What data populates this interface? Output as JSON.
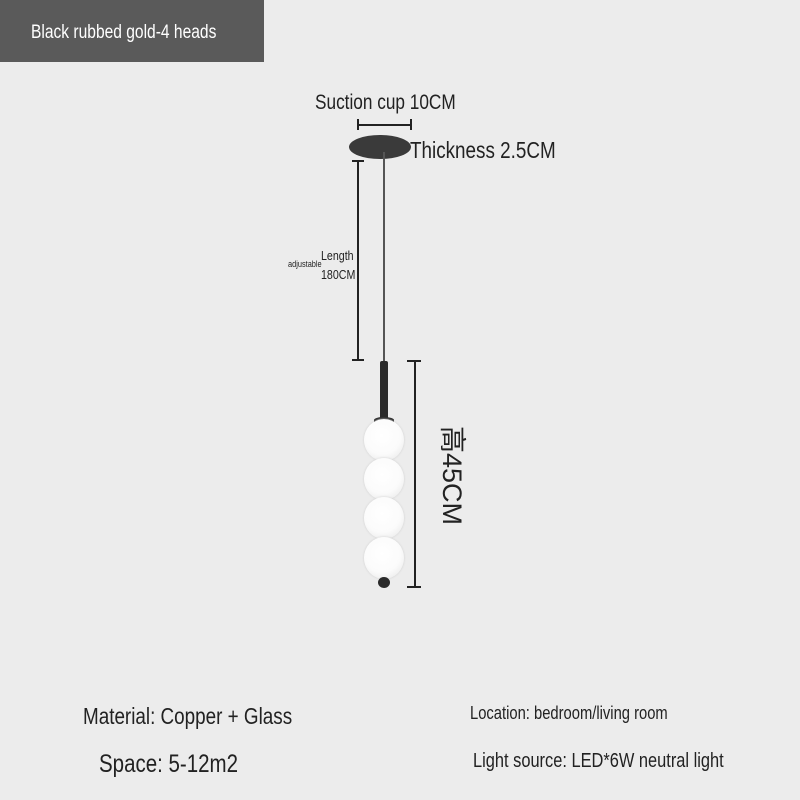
{
  "badge": {
    "label": "Black rubbed gold-4 heads"
  },
  "dimensions": {
    "suction_cup": "Suction cup 10CM",
    "thickness": "Thickness 2.5CM",
    "adjustable": "adjustable",
    "length_label": "Length",
    "length_value": "180CM",
    "height": "高45CM"
  },
  "specs": {
    "material": "Material: Copper + Glass",
    "space": "Space: 5-12m2",
    "location": "Location: bedroom/living room",
    "light_source": "Light source: LED*6W neutral light"
  }
}
